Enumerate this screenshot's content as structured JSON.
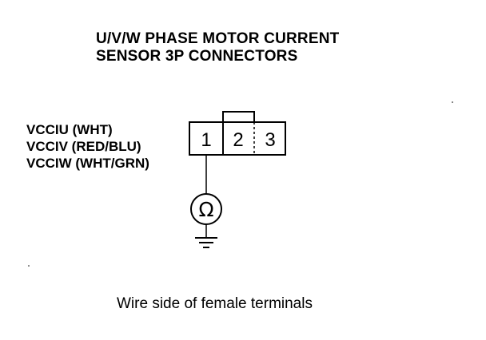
{
  "title": {
    "line1": "U/V/W PHASE MOTOR CURRENT",
    "line2": "SENSOR 3P CONNECTORS"
  },
  "wires": [
    "VCCIU (WHT)",
    "VCCIV (RED/BLU)",
    "VCCIW (WHT/GRN)"
  ],
  "connector": {
    "pins": [
      "1",
      "2",
      "3"
    ]
  },
  "meter": {
    "symbol": "Ω",
    "icon": "ohmmeter-icon"
  },
  "ground": {
    "icon": "ground-icon"
  },
  "caption": "Wire side of female terminals"
}
